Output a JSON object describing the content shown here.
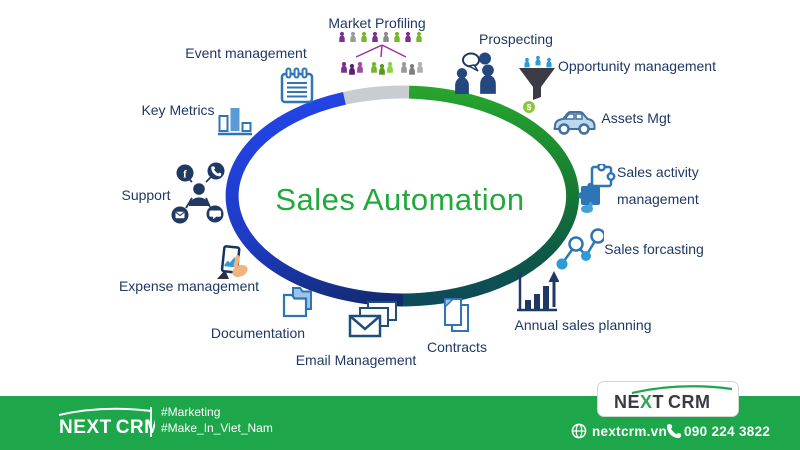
{
  "title": "Sales Automation",
  "items": {
    "market_profiling": "Market Profiling",
    "event_management": "Event management",
    "key_metrics": "Key Metrics",
    "support": "Support",
    "expense_management": "Expense management",
    "documentation": "Documentation",
    "email_management": "Email Management",
    "contracts": "Contracts",
    "annual_sales_planning": "Annual sales planning",
    "sales_forecasting": "Sales forcasting",
    "sales_activity_management": "Sales activity management",
    "assets_mgt": "Assets Mgt",
    "opportunity_management": "Opportunity management",
    "prospecting": "Prospecting"
  },
  "icons": {
    "market_profiling": "audience-segmentation-icon",
    "event_management": "calendar-icon",
    "key_metrics": "bar-chart-icon",
    "support": "support-channels-icon",
    "expense_management": "hand-tablet-icon",
    "documentation": "folders-icon",
    "email_management": "envelopes-icon",
    "contracts": "documents-icon",
    "annual_sales_planning": "growth-chart-icon",
    "sales_forecasting": "connected-nodes-icon",
    "sales_activity_management": "puzzle-icon",
    "assets_mgt": "car-icon",
    "opportunity_management": "funnel-icon",
    "prospecting": "people-chat-icon",
    "footer_website": "globe-icon",
    "footer_phone": "phone-icon"
  },
  "colors": {
    "label_text": "#1f3864",
    "title_green": "#21a93c",
    "ring_blue": "#2244e4",
    "ring_navy": "#122a6e",
    "ring_green": "#27a32e",
    "ring_teal": "#0d4a5a",
    "ring_gray": "#c9cdd1",
    "footer_green": "#1ea64b"
  },
  "footer": {
    "hashtag_1": "#Marketing",
    "hashtag_2": "#Make_In_Viet_Nam",
    "website": "nextcrm.vn",
    "phone": "090 224 3822",
    "logo": {
      "p1": "NE",
      "p2": "X",
      "p3": "T",
      "p4": "CRM"
    }
  }
}
